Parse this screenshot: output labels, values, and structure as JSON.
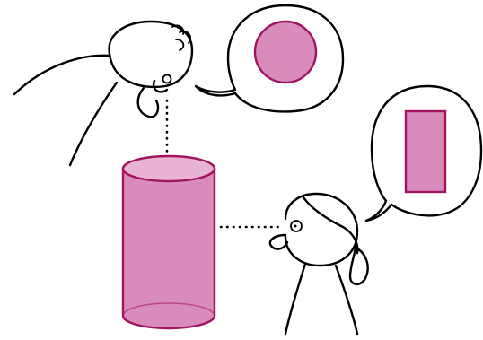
{
  "colors": {
    "ink": "#000000",
    "fill_pink": "#d98bbb",
    "fill_pink_light": "#e9b3d3",
    "stroke_magenta": "#a3145e",
    "background": "#ffffff"
  },
  "shapes": {
    "object": "cylinder",
    "top_view": "circle",
    "side_view": "rectangle"
  },
  "figures": {
    "top_observer": "stick-figure-looking-down",
    "side_observer": "stick-figure-looking-sideways"
  }
}
